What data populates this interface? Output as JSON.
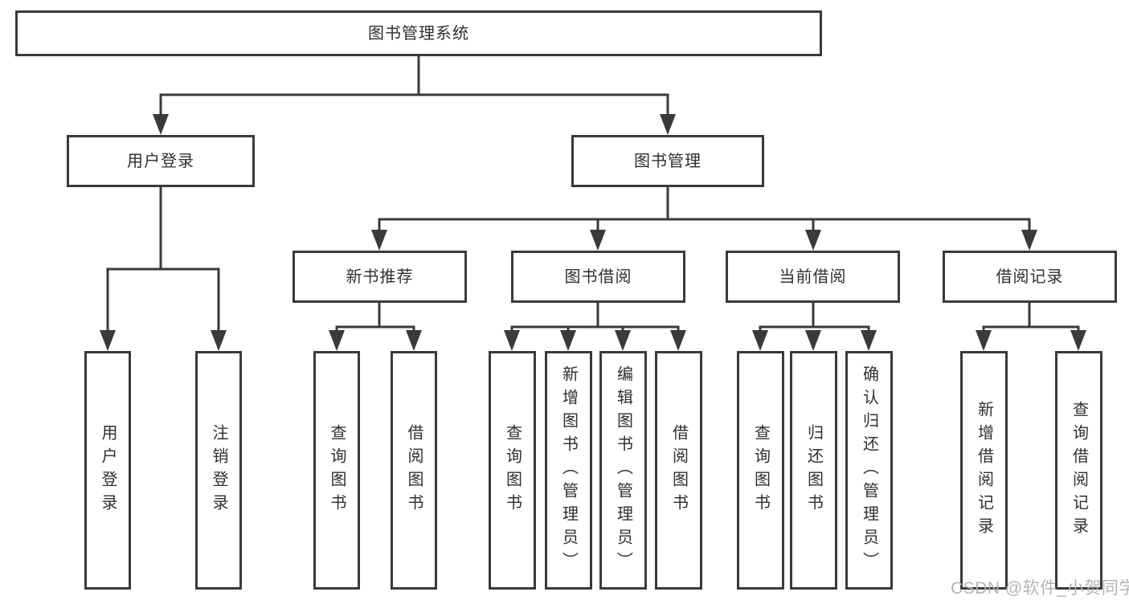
{
  "diagram": {
    "title": "图书管理系统",
    "level2": {
      "user_login": "用户登录",
      "book_mgmt": "图书管理"
    },
    "level3": {
      "new_books": "新书推荐",
      "book_borrow": "图书借阅",
      "current_borrow": "当前借阅",
      "borrow_records": "借阅记录"
    },
    "leaves": {
      "user": [
        "用户登录",
        "注销登录"
      ],
      "recommend": [
        "查询图书",
        "借阅图书"
      ],
      "borrow": [
        "查询图书",
        "新增图书（管理员）",
        "编辑图书（管理员）",
        "借阅图书"
      ],
      "current": [
        "查询图书",
        "归还图书",
        "确认归还（管理员）"
      ],
      "records": [
        "新增借阅记录",
        "查询借阅记录"
      ]
    }
  },
  "watermark": "CSDN @软件_小贺同学",
  "colors": {
    "line": "#3a3a3a",
    "text": "#2f2f2f",
    "background": "#ffffff",
    "watermark": "#b4b4b4"
  }
}
